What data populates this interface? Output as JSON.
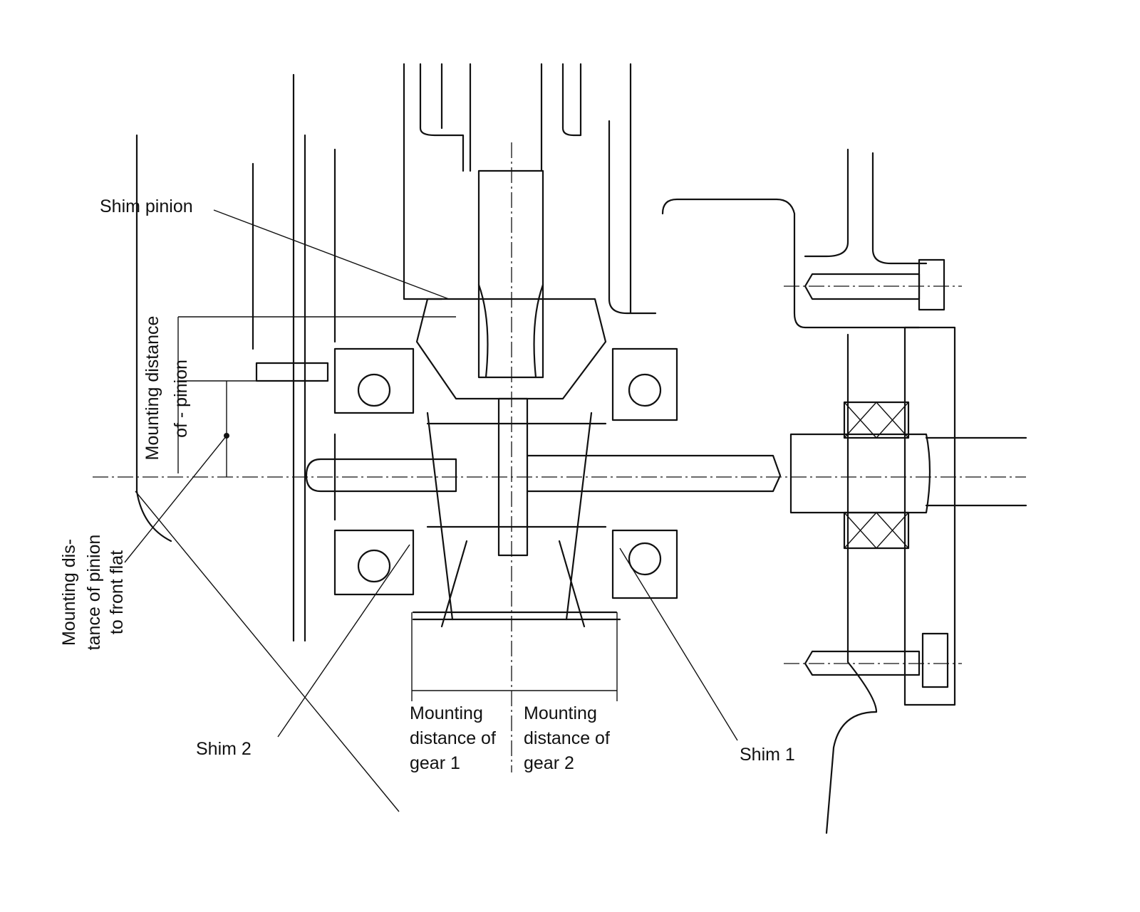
{
  "labels": {
    "shim_pinion": "Shim pinion",
    "mounting_pinion_l1": "Mounting distance",
    "mounting_pinion_l2": "of - pinion",
    "front_flat_l1": "Mounting dis-",
    "front_flat_l2": "tance of pinion",
    "front_flat_l3": "to front flat",
    "shim2": "Shim 2",
    "gear1_l1": "Mounting",
    "gear1_l2": "distance of",
    "gear1_l3": "gear 1",
    "gear2_l1": "Mounting",
    "gear2_l2": "distance of",
    "gear2_l3": "gear 2",
    "shim1": "Shim 1"
  }
}
